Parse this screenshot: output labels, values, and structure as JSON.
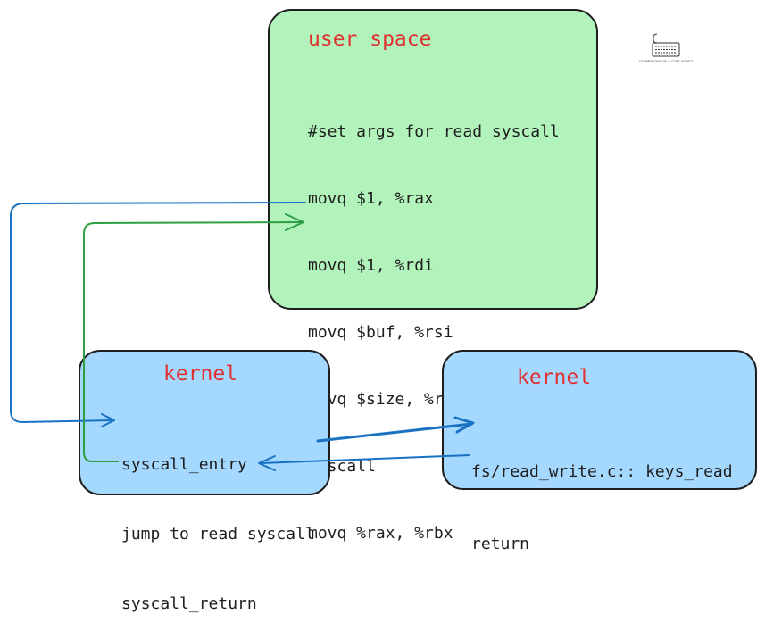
{
  "user_space": {
    "title": "user space",
    "lines": [
      "#set args for read syscall",
      "movq $1, %rax",
      "movq $1, %rdi",
      "movq $buf, %rsi",
      "movq $size, %rdx",
      "syscall",
      "movq %rax, %rbx"
    ]
  },
  "kernel_left": {
    "title": "kernel",
    "lines": [
      "syscall_entry",
      "jump to read syscall",
      "syscall_return"
    ]
  },
  "kernel_right": {
    "title": "kernel",
    "lines": [
      "fs/read_write.c:: keys_read",
      "return"
    ]
  },
  "logo": {
    "caption": "CONFESSIONS OF A CODE ADDICT",
    "icon": "keyboard-icon"
  },
  "colors": {
    "user_fill": "#b2f2bb",
    "kernel_fill": "#a5d8ff",
    "title": "#e03131",
    "blue_arrow": "#1971c2",
    "green_arrow": "#2f9e44"
  }
}
